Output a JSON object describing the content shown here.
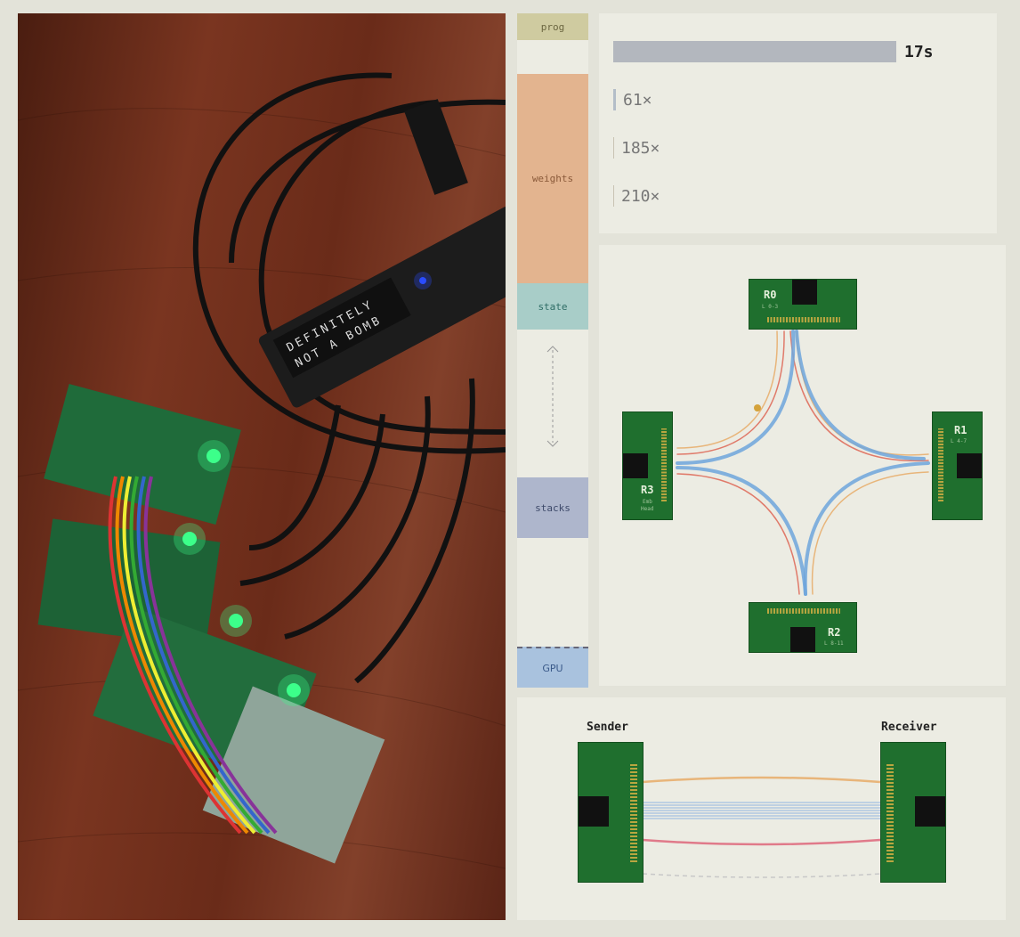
{
  "photo": {
    "hub_label_line1": "DEFINITELY",
    "hub_label_line2": "NOT A BOMB",
    "colors": {
      "wood": "#6b2f1c",
      "pcb": "#1f6b3a",
      "led": "#3dff8a",
      "hub_led": "#2a4dff"
    }
  },
  "memory_strip": {
    "segments": [
      {
        "label": "prog",
        "color": "#cfcba0",
        "text_color": "#6b6640"
      },
      {
        "label": "weights",
        "color": "#e3b48f",
        "text_color": "#8a5a3a"
      },
      {
        "label": "state",
        "color": "#a8cdc8",
        "text_color": "#2f6d66"
      },
      {
        "label": "stacks",
        "color": "#aeb6cc",
        "text_color": "#3e4a6a"
      },
      {
        "label": "GPU",
        "color": "#a9c2de",
        "text_color": "#3b5a8a"
      }
    ],
    "arrow_icon": "double-headed-dotted-arrow"
  },
  "timing": {
    "bars": [
      {
        "label": "17s",
        "seconds": 17,
        "emphasis": true
      },
      {
        "label": "61×",
        "speedup": 61
      },
      {
        "label": "185×",
        "speedup": 185
      },
      {
        "label": "210×",
        "speedup": 210
      }
    ]
  },
  "ring": {
    "nodes": [
      {
        "name": "R0",
        "sub": "L 0-3"
      },
      {
        "name": "R1",
        "sub": "L 4-7"
      },
      {
        "name": "R2",
        "sub": "L 8-11"
      },
      {
        "name": "R3",
        "sub1": "Emb",
        "sub2": "Head"
      }
    ],
    "colors": {
      "board": "#1f6f2e",
      "chip": "#111111",
      "pins": "#b9a640",
      "link_blue": "#6fa6dc",
      "link_red": "#e07a6a",
      "link_orange": "#e8b57a"
    }
  },
  "link": {
    "sender": "Sender",
    "receiver": "Receiver"
  }
}
